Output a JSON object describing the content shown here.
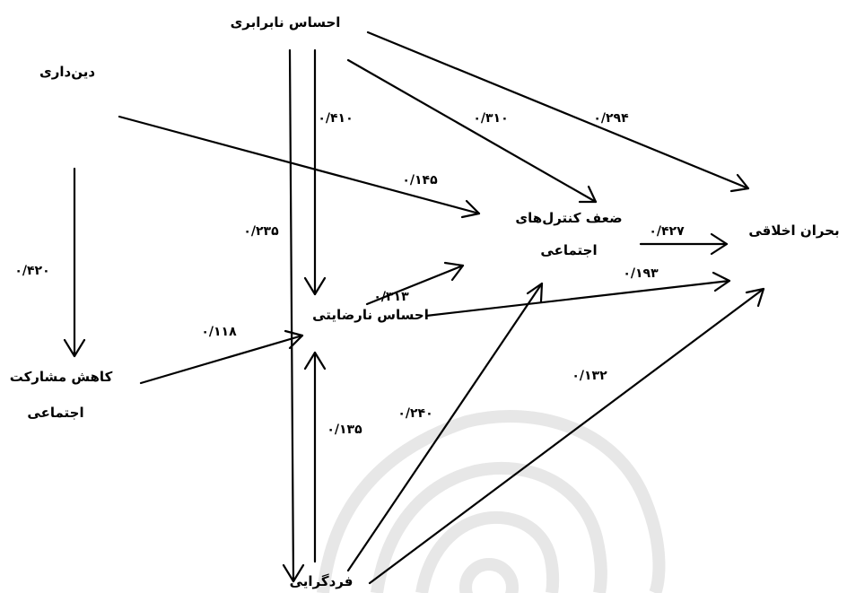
{
  "nodes": {
    "inequality": "احساس نابرابری",
    "religiosity": "دین‌داری",
    "social_control_line1": "ضعف کنترل‌های",
    "social_control_line2": "اجتماعی",
    "moral_crisis": "بحران اخلاقی",
    "dissatisfaction": "احساس نارضایتی",
    "participation_line1": "کاهش مشارکت",
    "participation_line2": "اجتماعی",
    "individualism": "فردگرایی"
  },
  "coefficients": {
    "inequality_to_dissatisfaction": "۰/۴۱۰",
    "inequality_to_social_control": "۰/۳۱۰",
    "inequality_to_moral_crisis": "۰/۲۹۴",
    "religiosity_to_social_control": "۰/۱۴۵",
    "inequality_to_individualism": "۰/۲۳۵",
    "social_control_to_moral_crisis": "۰/۴۲۷",
    "religiosity_to_participation": "۰/۴۲۰",
    "dissatisfaction_to_social_control": "۰/۳۱۳",
    "dissatisfaction_to_moral_crisis": "۰/۱۹۳",
    "participation_to_dissatisfaction": "۰/۱۱۸",
    "individualism_to_moral_crisis": "۰/۱۳۲",
    "individualism_to_dissatisfaction": "۰/۱۳۵",
    "individualism_to_social_control": "۰/۲۴۰"
  }
}
